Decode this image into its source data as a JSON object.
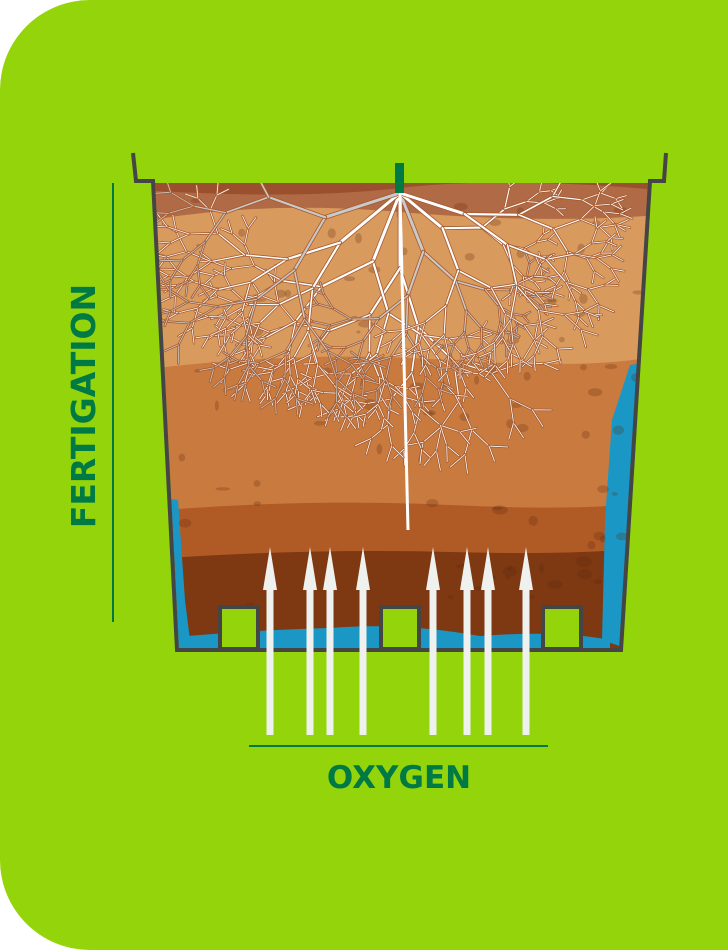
{
  "labels": {
    "fertigation": "FERTIGATION",
    "oxygen": "OXYGEN"
  },
  "colors": {
    "background": "#94d40a",
    "label": "#007a45",
    "pot_outline": "#454545",
    "water": "#1a97c4",
    "arrow": "#eef1ee",
    "stem": "#007a45"
  },
  "soil_layers": [
    "#9a4f2e",
    "#b06a45",
    "#d99a5e",
    "#c97a3e",
    "#b05a25",
    "#7e3812"
  ],
  "oxygen_arrow_count": 8,
  "drain_holes": 3
}
